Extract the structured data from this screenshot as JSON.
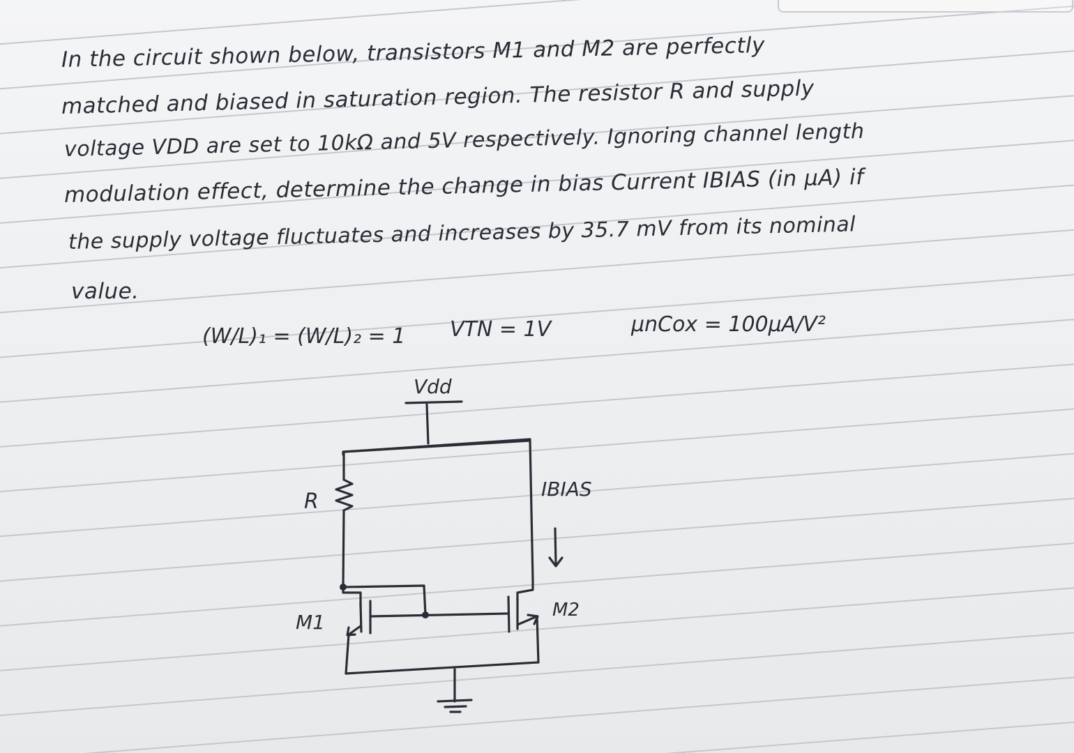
{
  "problem": {
    "lines": [
      "In the circuit shown below, transistors M1 and M2 are perfectly",
      "matched and biased in saturation region. The resistor R and supply",
      "voltage VDD are set to 10kΩ and 5V respectively. Ignoring channel length",
      "modulation effect, determine the change in bias Current IBIAS (in μA) if",
      "the supply voltage fluctuates and increases by 35.7 mV from its nominal",
      "value."
    ]
  },
  "givens": {
    "wl_ratio": "(W/L)₁ = (W/L)₂ = 1",
    "vtn": "VTN = 1V",
    "uncox": "μnCox = 100μA/V²"
  },
  "circuit": {
    "vdd_label": "Vdd",
    "r_label": "R",
    "ibias_label": "IBIAS",
    "m1_label": "M1",
    "m2_label": "M2"
  }
}
